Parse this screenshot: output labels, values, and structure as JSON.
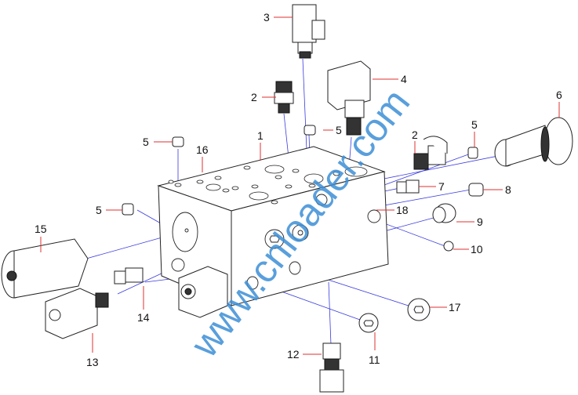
{
  "watermark": "www.cnloader.com",
  "callouts": {
    "c1": "1",
    "c2a": "2",
    "c2b": "2",
    "c3": "3",
    "c4": "4",
    "c5a": "5",
    "c5b": "5",
    "c5c": "5",
    "c5d": "5",
    "c6": "6",
    "c7": "7",
    "c8": "8",
    "c9": "9",
    "c10": "10",
    "c11": "11",
    "c12": "12",
    "c13": "13",
    "c14": "14",
    "c15": "15",
    "c16": "16",
    "c17": "17",
    "c18": "18"
  },
  "colors": {
    "axis": "#3a3ae0",
    "leader": "#e03030",
    "watermark": "#3d8fd6"
  }
}
